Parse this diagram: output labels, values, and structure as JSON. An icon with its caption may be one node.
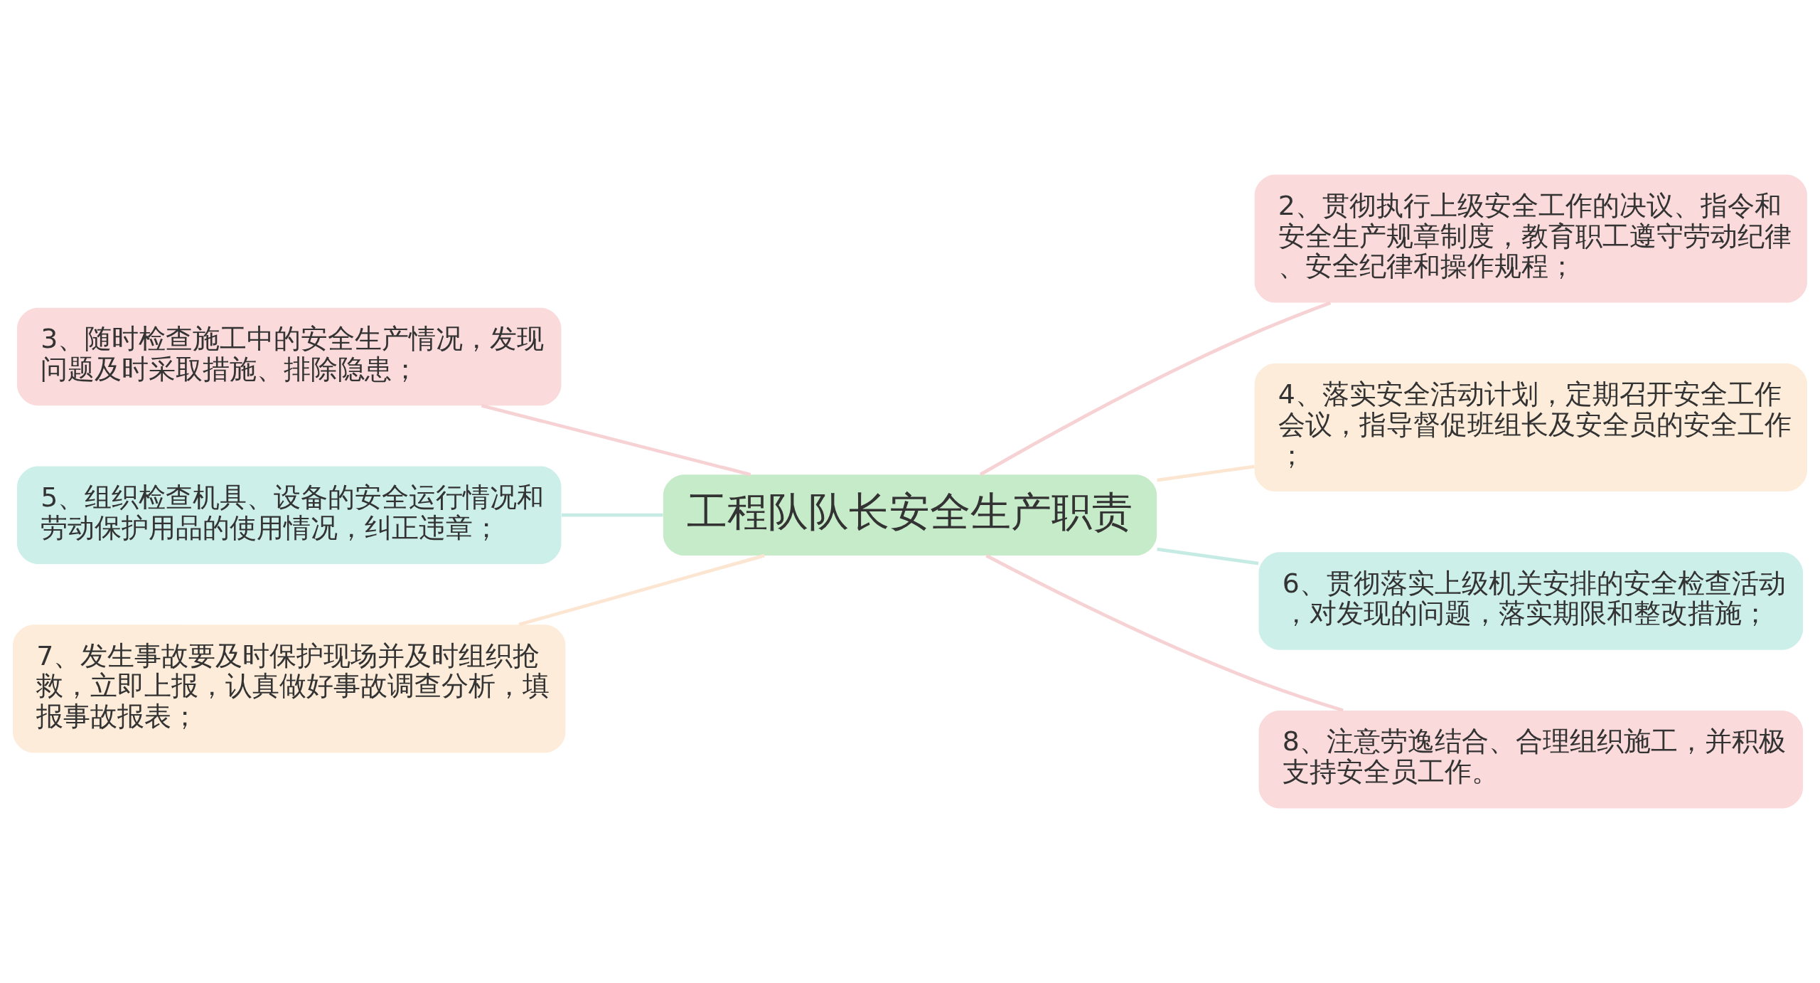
{
  "diagram": {
    "nodes": [
      {
        "text": [
          "工程队队长安全生产职责"
        ]
      },
      {
        "text": [
          "2、贯彻执行上级安全工作的决议、指令和安全生产规章制度，教育职工遵守劳动纪律、安全纪律和操作规程；"
        ]
      },
      {
        "text": [
          "3、随时检查施工中的安全生产情况，发现问题及时采取措施、排除隐患；"
        ]
      },
      {
        "text": [
          "4、落实安全活动计划，定期召开安全工作会议，指导督促班组长及安全员的安全工作；"
        ]
      },
      {
        "text": [
          "5、组织检查机具、设备的安全运行情况和劳动保护用品的使用情况，纠正违章；"
        ]
      },
      {
        "text": [
          "6、贯彻落实上级机关安排的安全检查活动，对发现的问题，落实期限和整改措施；"
        ]
      },
      {
        "text": [
          "7、发生事故要及时保护现场并及时组织抢救，立即上报，认真做好事故调查分析，填报事故报表；"
        ]
      },
      {
        "text": [
          "8、注意劳逸结合、合理组织施工，并积极支持安全员工作。"
        ]
      }
    ],
    "edges": [
      {
        "from": 0,
        "to": 1,
        "arrow": "none",
        "color": "#f7d2d5"
      },
      {
        "from": 0,
        "to": 2,
        "arrow": "none",
        "color": "#f7d2d5"
      },
      {
        "from": 0,
        "to": 3,
        "arrow": "none",
        "color": "#fce6d2"
      },
      {
        "from": 0,
        "to": 4,
        "arrow": "none",
        "color": "#c6ebe4"
      },
      {
        "from": 0,
        "to": 5,
        "arrow": "none",
        "color": "#c6ebe4"
      },
      {
        "from": 0,
        "to": 6,
        "arrow": "none",
        "color": "#fce6d2"
      },
      {
        "from": 0,
        "to": 7,
        "arrow": "none",
        "color": "#f7d2d5"
      }
    ]
  }
}
